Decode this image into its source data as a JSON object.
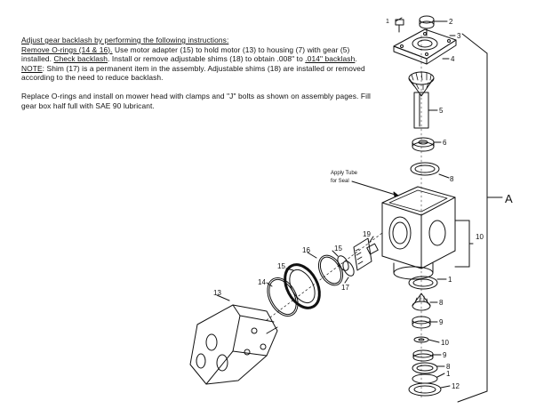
{
  "instructions": {
    "heading": "Adjust gear backlash by performing the following instructions:",
    "p1_remove": "Remove O-rings (14 & 16).",
    "p1_a": " Use motor adapter (15) to hold motor (13) to housing (7) with gear (5) installed. ",
    "p1_check": "Check backlash",
    "p1_b": ". Install or remove adjustable shims (18) to obtain .008\" to ",
    "p1_backlash": ".014\" backlash",
    "p1_c": ". ",
    "p1_note": "NOTE",
    "p1_d": ": Shim (17) is a permanent item in the assembly. Adjustable shims (18) are installed or removed according to the need to reduce backlash.",
    "p2": "Replace O-rings and install on mower head with clamps and \"J\" bolts as shown on assembly pages. Fill gear box half full with SAE 90 lubricant."
  },
  "diagram": {
    "part_labels": [
      "1",
      "2",
      "3",
      "4",
      "5",
      "6",
      "8",
      "10",
      "1",
      "8",
      "9",
      "10",
      "9",
      "8",
      "1",
      "12",
      "13",
      "14",
      "15",
      "16",
      "15",
      "17",
      "19"
    ],
    "callout_text_line1": "Apply Tube",
    "callout_text_line2": "for Seal",
    "assembly_label": "A"
  }
}
